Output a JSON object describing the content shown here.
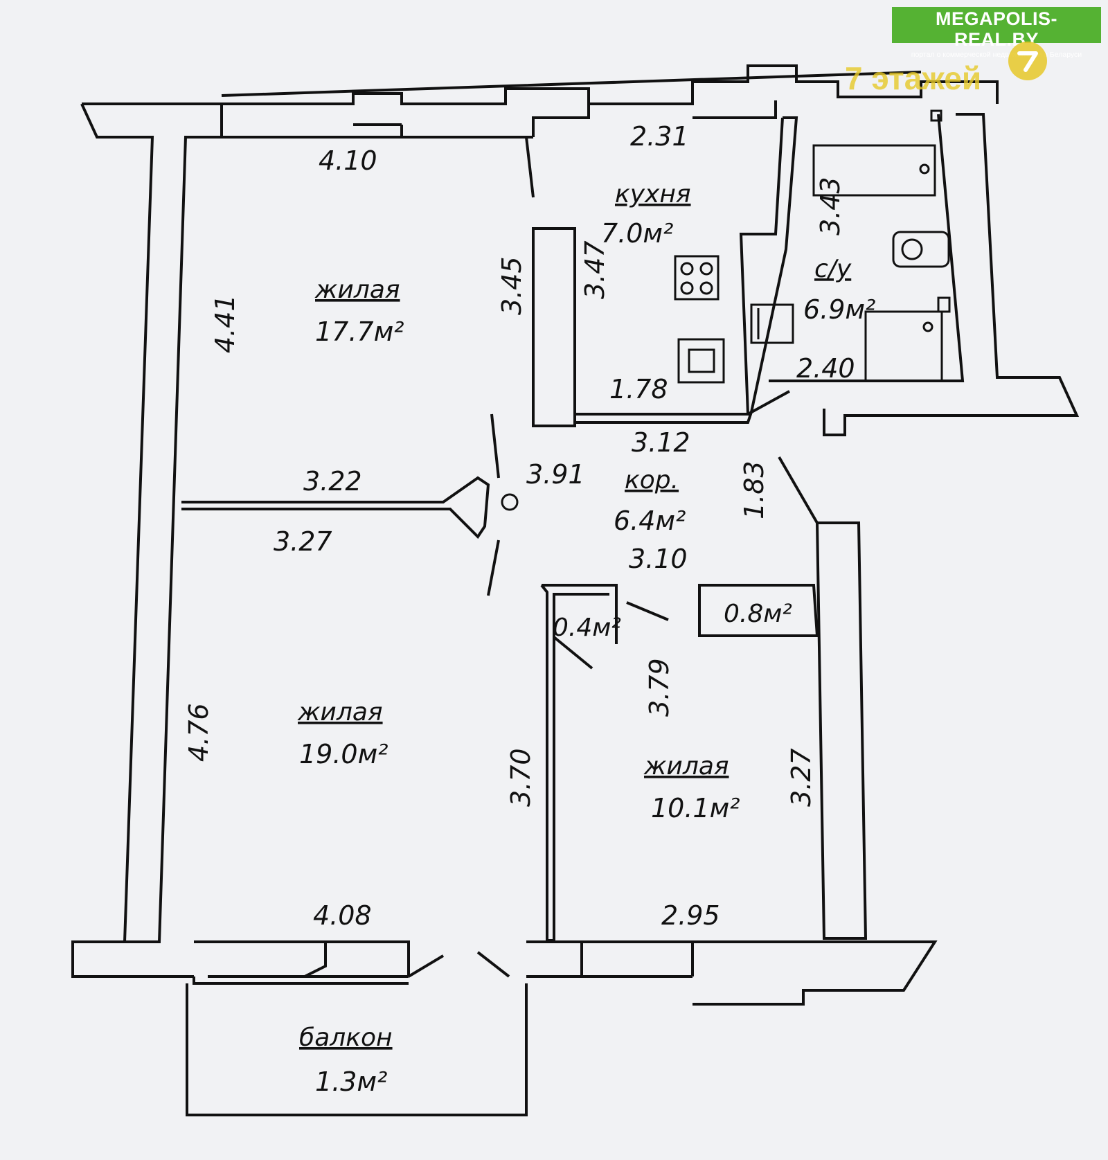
{
  "watermark": {
    "site": "MEGAPOLIS-REAL.BY",
    "tagline": "портал о коммерческой недвижимости в Беларуси",
    "brand": "7 этажей",
    "brand_color": "#55b233",
    "accent_color": "#e6c828",
    "badge_icon": "seven-badge-icon"
  },
  "rooms": {
    "living1": {
      "name": "жилая",
      "area": "17.7м²"
    },
    "kitchen": {
      "name": "кухня",
      "area": "7.0м²"
    },
    "bathroom": {
      "name": "с/у",
      "area": "6.9м²"
    },
    "corridor": {
      "name": "кор.",
      "area": "6.4м²"
    },
    "living2": {
      "name": "жилая",
      "area": "19.0м²"
    },
    "living3": {
      "name": "жилая",
      "area": "10.1м²"
    },
    "closet1": {
      "area": "0.4м²"
    },
    "closet2": {
      "area": "0.8м²"
    },
    "balcony": {
      "name": "балкон",
      "area": "1.3м²"
    }
  },
  "dimensions": {
    "living1_width": "4.10",
    "living1_depth": "4.41",
    "living1_side": "3.45",
    "kitchen_width": "2.31",
    "kitchen_depth": "3.47",
    "kitchen_bottom": "1.78",
    "bathroom_depth": "3.43",
    "bathroom_width": "2.40",
    "corridor_top": "3.12",
    "corridor_diag": "3.91",
    "corridor_side": "1.83",
    "corridor_bottom": "3.10",
    "partition_top": "3.22",
    "living2_top": "3.27",
    "living2_depth": "4.76",
    "living2_side": "3.70",
    "living2_bottom": "4.08",
    "living3_depth": "3.79",
    "living3_side": "3.27",
    "living3_bottom": "2.95"
  }
}
